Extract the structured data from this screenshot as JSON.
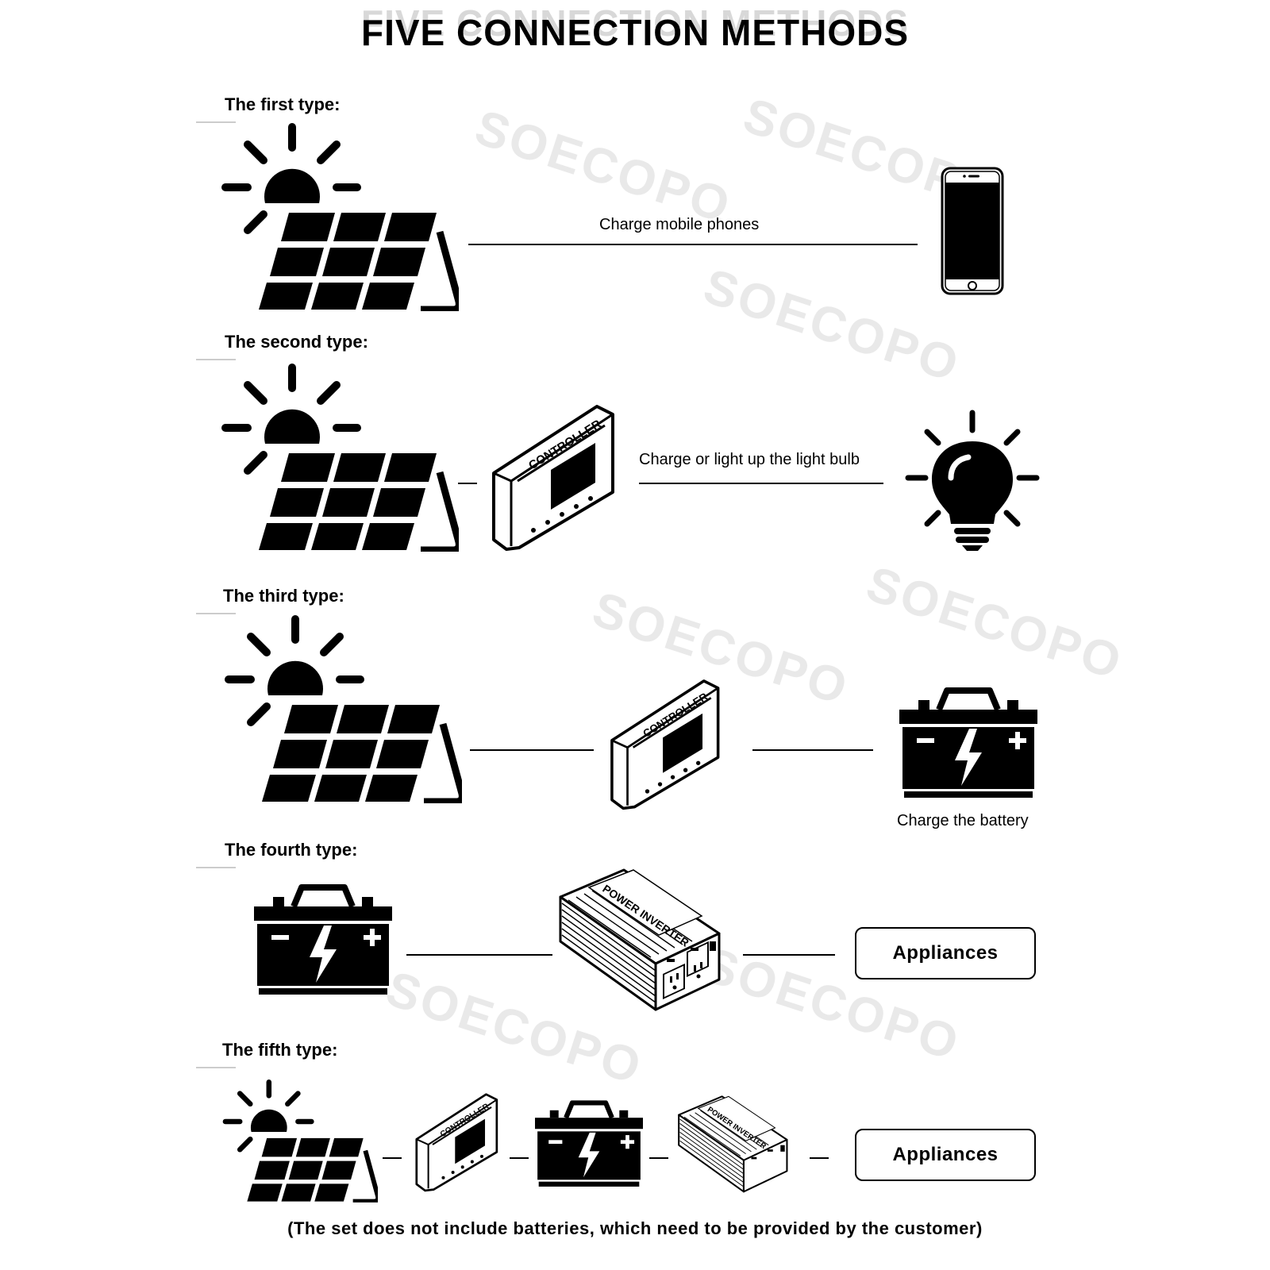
{
  "header": {
    "title": "FIVE CONNECTION METHODS",
    "ghost_title": "FIVE CONNECTION METHODS"
  },
  "watermark": "SOECOPO",
  "sections": [
    {
      "label": "The first type:",
      "caption": "Charge mobile phones"
    },
    {
      "label": "The second type:",
      "caption": "Charge or light up the light bulb",
      "controller_label": "CONTROLLER"
    },
    {
      "label": "The third type:",
      "caption": "Charge the battery",
      "controller_label": "CONTROLLER"
    },
    {
      "label": "The fourth type:",
      "inverter_label": "POWER INVERTER",
      "appliances": "Appliances"
    },
    {
      "label": "The fifth type:",
      "controller_label": "CONTROLLER",
      "inverter_label": "POWER INVERTER",
      "appliances": "Appliances"
    }
  ],
  "footer": "(The set does not include batteries, which need to be provided by the customer)",
  "icons": [
    "sun-icon",
    "solar-panel-icon",
    "smartphone-icon",
    "charge-controller-icon",
    "light-bulb-icon",
    "car-battery-icon",
    "power-inverter-icon"
  ]
}
